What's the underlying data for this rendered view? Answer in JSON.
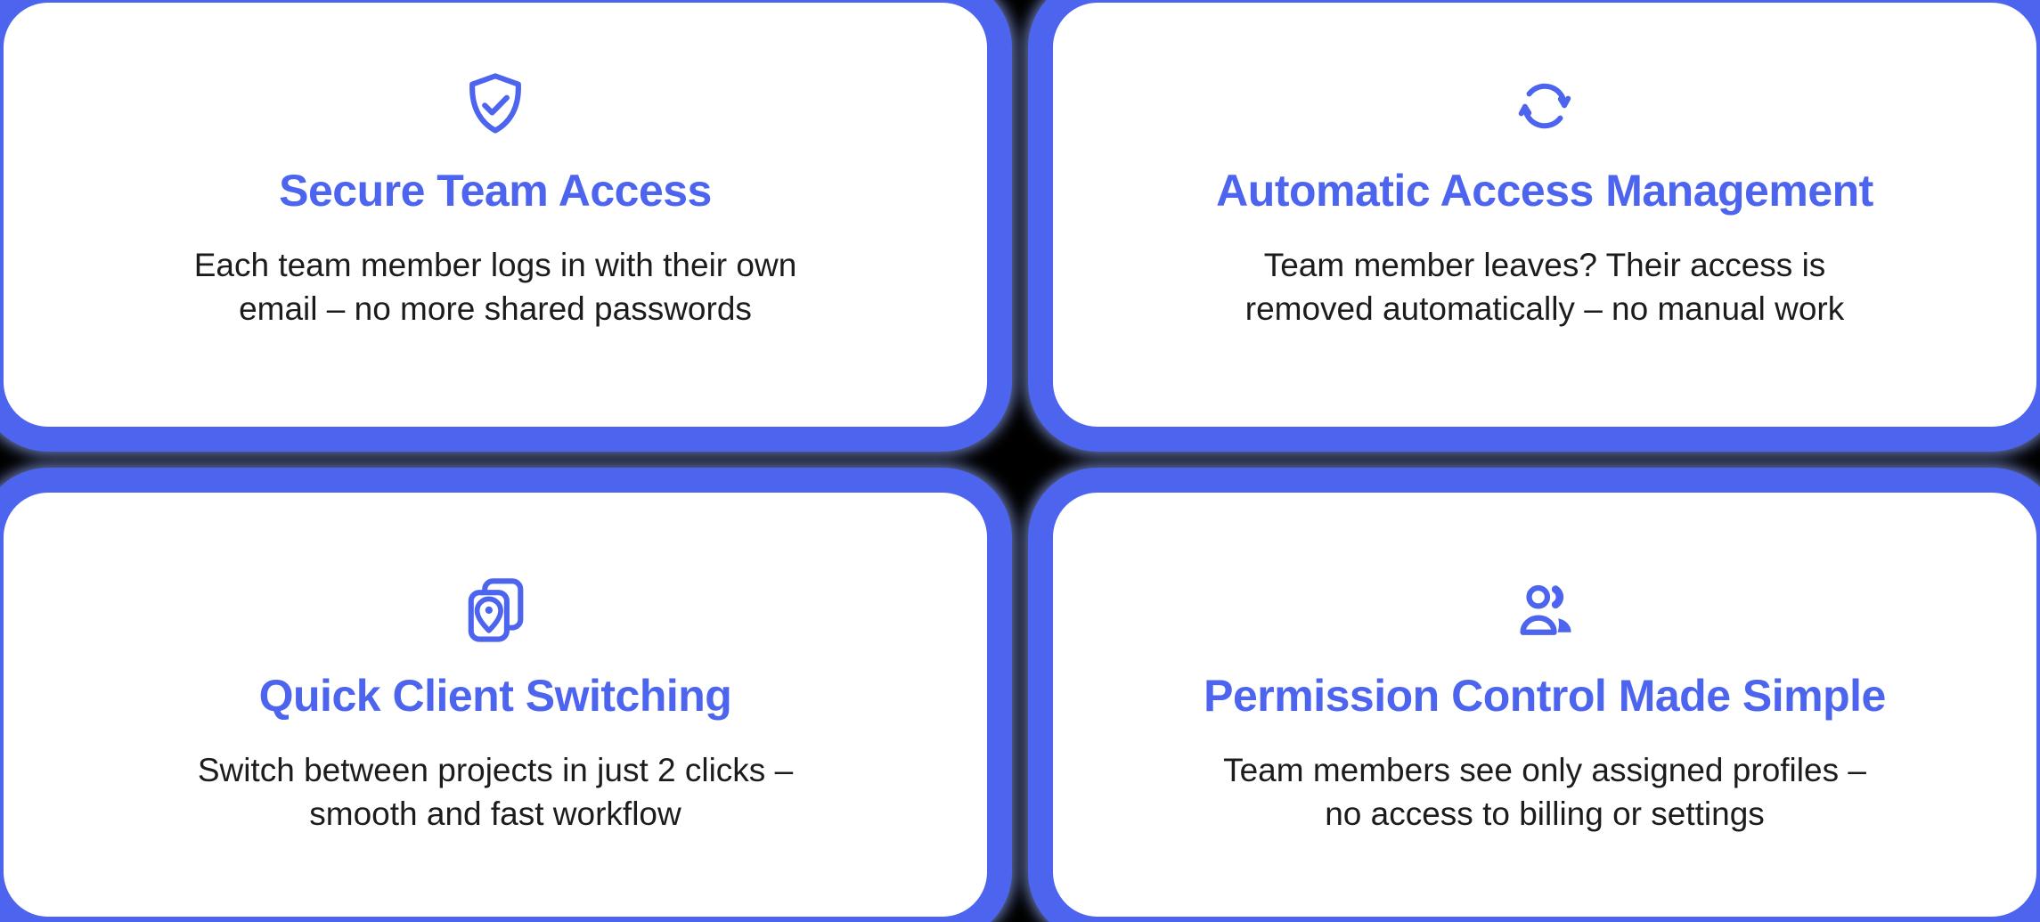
{
  "theme": {
    "accent": "#4d64ee",
    "card_background": "#ffffff",
    "page_background": "#000000",
    "body_text": "#1c1c1e"
  },
  "cards": [
    {
      "icon": "shield-check-icon",
      "title": "Secure Team Access",
      "desc_line1": "Each team member logs in with their own",
      "desc_line2": "email – no more shared passwords"
    },
    {
      "icon": "sync-arrows-icon",
      "title": "Automatic Access Management",
      "desc_line1": "Team member leaves? Their access is",
      "desc_line2": "removed automatically – no manual work"
    },
    {
      "icon": "stacked-cards-location-icon",
      "title": "Quick Client Switching",
      "desc_line1": "Switch between projects in just 2 clicks –",
      "desc_line2": "smooth and fast workflow"
    },
    {
      "icon": "team-members-icon",
      "title": "Permission Control Made Simple",
      "desc_line1": "Team members see only assigned profiles –",
      "desc_line2": "no access to billing or settings"
    }
  ]
}
